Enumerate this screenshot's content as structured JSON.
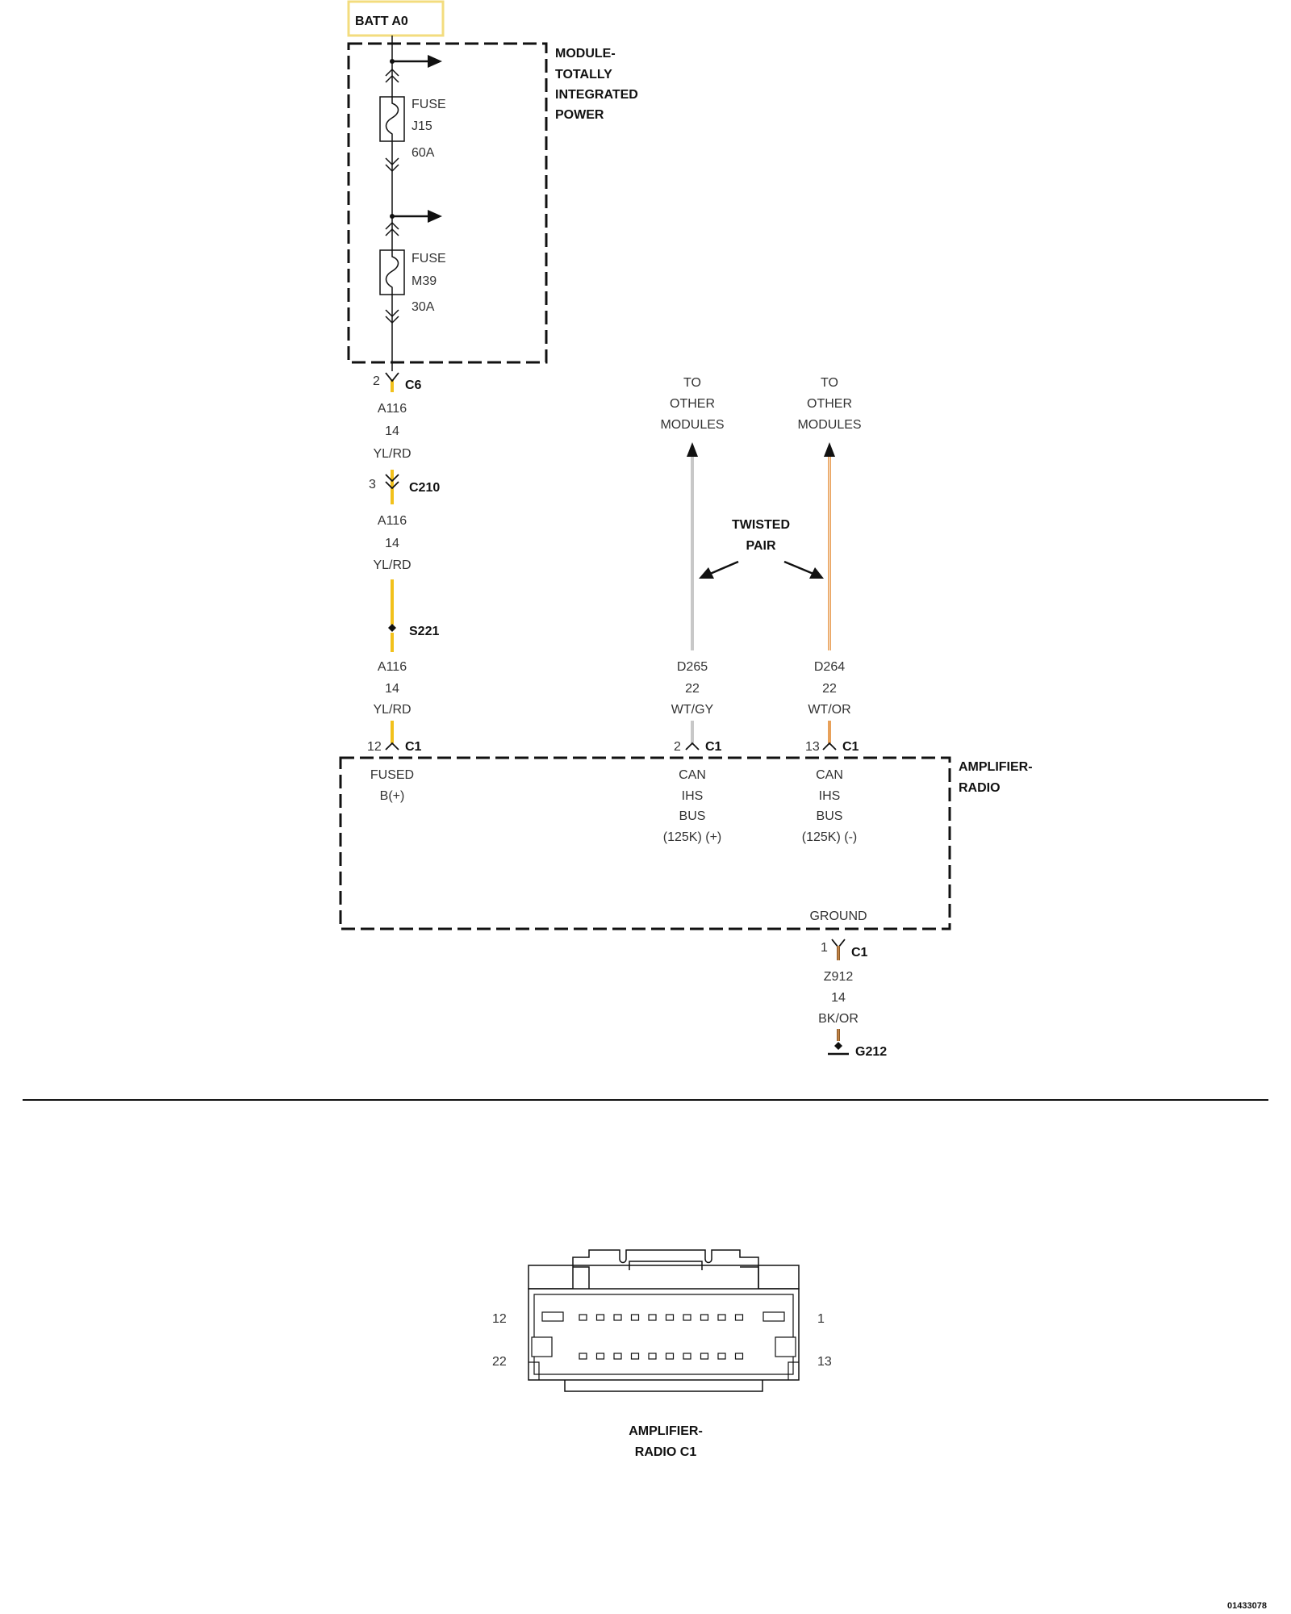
{
  "battery": {
    "label": "BATT A0"
  },
  "module_tip": {
    "name_lines": [
      "MODULE-",
      "TOTALLY",
      "INTEGRATED",
      "POWER"
    ]
  },
  "fuses": [
    {
      "lines": [
        "FUSE",
        "J15",
        "60A"
      ]
    },
    {
      "lines": [
        "FUSE",
        "M39",
        "30A"
      ]
    }
  ],
  "power_path": {
    "connector_c6": {
      "pin": "2",
      "name": "C6"
    },
    "wire_1": {
      "circuit": "A116",
      "gauge": "14",
      "color": "YL/RD"
    },
    "connector_c210": {
      "pin": "3",
      "name": "C210"
    },
    "wire_2": {
      "circuit": "A116",
      "gauge": "14",
      "color": "YL/RD"
    },
    "splice": {
      "name": "S221"
    },
    "wire_3": {
      "circuit": "A116",
      "gauge": "14",
      "color": "YL/RD"
    },
    "connector_c1": {
      "pin": "12",
      "name": "C1"
    }
  },
  "can_lines": [
    {
      "to_lines": [
        "TO",
        "OTHER",
        "MODULES"
      ],
      "wire": {
        "circuit": "D265",
        "gauge": "22",
        "color": "WT/GY"
      },
      "connector": {
        "pin": "2",
        "name": "C1"
      },
      "function_lines": [
        "CAN",
        "IHS",
        "BUS",
        "(125K) (+)"
      ]
    },
    {
      "to_lines": [
        "TO",
        "OTHER",
        "MODULES"
      ],
      "wire": {
        "circuit": "D264",
        "gauge": "22",
        "color": "WT/OR"
      },
      "connector": {
        "pin": "13",
        "name": "C1"
      },
      "function_lines": [
        "CAN",
        "IHS",
        "BUS",
        "(125K) (-)"
      ]
    }
  ],
  "twisted_pair": {
    "lines": [
      "TWISTED",
      "PAIR"
    ]
  },
  "amplifier": {
    "name_lines": [
      "AMPLIFIER-",
      "RADIO"
    ],
    "fused_lines": [
      "FUSED",
      "B(+)"
    ],
    "ground_label": "GROUND"
  },
  "ground_path": {
    "connector": {
      "pin": "1",
      "name": "C1"
    },
    "wire": {
      "circuit": "Z912",
      "gauge": "14",
      "color": "BK/OR"
    },
    "ground": {
      "name": "G212"
    }
  },
  "connector_view": {
    "pin_labels": {
      "top_left": "12",
      "top_right": "1",
      "bottom_left": "22",
      "bottom_right": "13"
    },
    "caption_lines": [
      "AMPLIFIER-",
      "RADIO C1"
    ]
  },
  "figure_id": "01433078",
  "colors": {
    "yellow": "#f2c11b",
    "batt_border": "#f3dc7e",
    "gray": "#c8c8c8",
    "orange": "#e8a15a",
    "black_orange": "#8a5a2a"
  }
}
